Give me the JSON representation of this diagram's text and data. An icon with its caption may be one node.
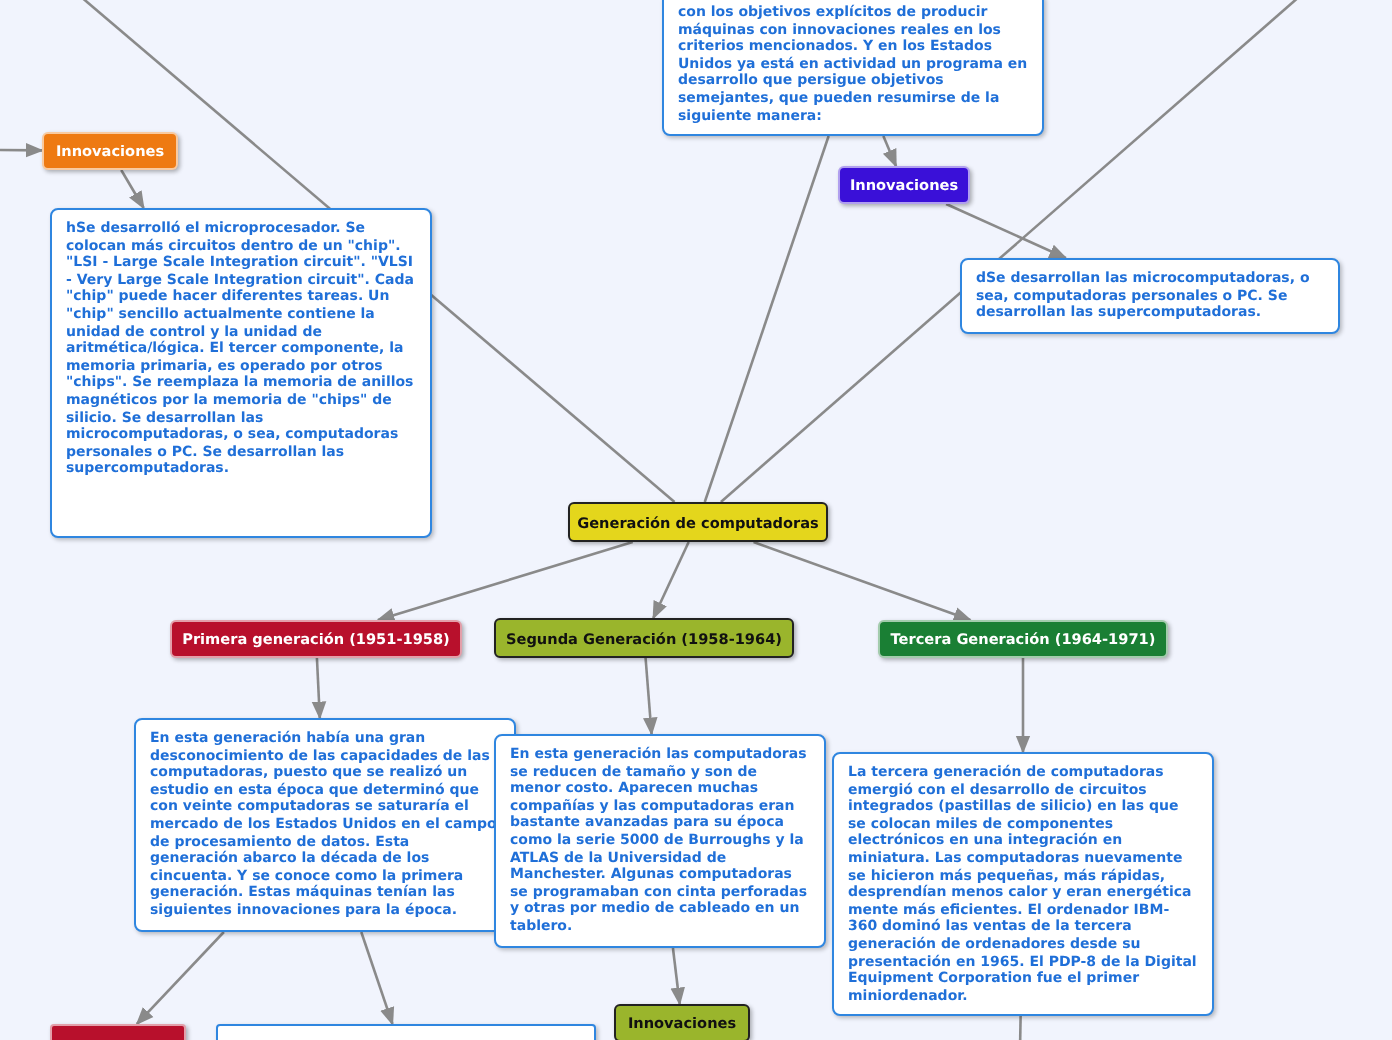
{
  "diagram": {
    "nodes": [
      {
        "text": [
          "con los objetivos explícitos de producir máquinas con innovaciones reales en los criterios mencionados. Y en los Estados Unidos ya está en actividad un programa en desarrollo que persigue objetivos semejantes, que pueden resumirse de la siguiente manera:"
        ]
      },
      {
        "text": [
          "Innovaciones"
        ]
      },
      {
        "text": [
          "hSe desarrolló el microprocesador. Se colocan más circuitos dentro de un \"chip\". \"LSI - Large Scale Integration circuit\". \"VLSI - Very Large Scale Integration circuit\". Cada \"chip\" puede hacer diferentes tareas. Un \"chip\" sencillo actualmente contiene la unidad de control y la unidad de aritmética/lógica. El tercer componente, la memoria primaria, es operado por otros \"chips\". Se reemplaza la memoria de anillos magnéticos por la memoria de \"chips\" de silicio. Se desarrollan las microcomputadoras, o sea, computadoras personales o PC. Se desarrollan las supercomputadoras."
        ]
      },
      {
        "text": [
          "Innovaciones"
        ]
      },
      {
        "text": [
          "dSe desarrollan las microcomputadoras, o sea, computadoras personales o PC. Se desarrollan las supercomputadoras."
        ]
      },
      {
        "text": [
          "Generación de computadoras"
        ]
      },
      {
        "text": [
          "Primera generación (1951-1958)"
        ]
      },
      {
        "text": [
          "Segunda Generación (1958-1964)"
        ]
      },
      {
        "text": [
          "Tercera Generación (1964-1971)"
        ]
      },
      {
        "text": [
          "En esta generación había una gran desconocimiento de las capacidades de las computadoras, puesto que se realizó un estudio en esta época que determinó que con veinte computadoras se saturaría el mercado de los Estados Unidos en el campo de procesamiento de datos. Esta generación abarco la década de los cincuenta. Y se conoce como la primera generación. Estas máquinas tenían las siguientes innovaciones para la época."
        ]
      },
      {
        "text": [
          "En esta generación las computadoras se reducen de tamaño y son de menor costo. Aparecen muchas compañías y las computadoras eran bastante avanzadas para su época como la serie 5000 de Burroughs y la ATLAS de la Universidad de Manchester. Algunas computadoras se programaban con cinta perforadas y otras por medio de cableado en un tablero."
        ]
      },
      {
        "text": [
          "La tercera generación de computadoras emergió con el desarrollo de circuitos integrados (pastillas de silicio) en las que se colocan miles de componentes electrónicos en una integración en miniatura. Las computadoras nuevamente se hicieron más pequeñas, más rápidas, desprendían menos calor y eran energética mente más eficientes. El ordenador IBM-360 dominó las ventas de la tercera generación de ordenadores desde su presentación en 1965. El PDP-8 de la Digital Equipment Corporation fue el primer miniordenador."
        ]
      },
      {
        "text": [],
        "shape": "box"
      },
      {
        "text": [],
        "shape": "box"
      },
      {
        "text": [
          "Innovaciones"
        ]
      }
    ],
    "edges": [
      {
        "from": null,
        "to": 1,
        "arrow": "to"
      },
      {
        "from": 1,
        "to": 2,
        "arrow": "to"
      },
      {
        "from": 0,
        "to": 3,
        "arrow": "to"
      },
      {
        "from": 3,
        "to": 4,
        "arrow": "to"
      },
      {
        "from": 5,
        "to": 0,
        "arrow": "none"
      },
      {
        "from": 5,
        "to": null,
        "arrow": "none"
      },
      {
        "from": 5,
        "to": null,
        "arrow": "none"
      },
      {
        "from": 5,
        "to": 6,
        "arrow": "to"
      },
      {
        "from": 5,
        "to": 7,
        "arrow": "to"
      },
      {
        "from": 5,
        "to": 8,
        "arrow": "to"
      },
      {
        "from": 6,
        "to": 9,
        "arrow": "to"
      },
      {
        "from": 7,
        "to": 10,
        "arrow": "to"
      },
      {
        "from": 8,
        "to": 11,
        "arrow": "to"
      },
      {
        "from": 9,
        "to": 12,
        "arrow": "to"
      },
      {
        "from": 9,
        "to": 13,
        "arrow": "to"
      },
      {
        "from": 10,
        "to": 14,
        "arrow": "to"
      },
      {
        "from": 11,
        "to": null,
        "arrow": "none"
      }
    ]
  }
}
